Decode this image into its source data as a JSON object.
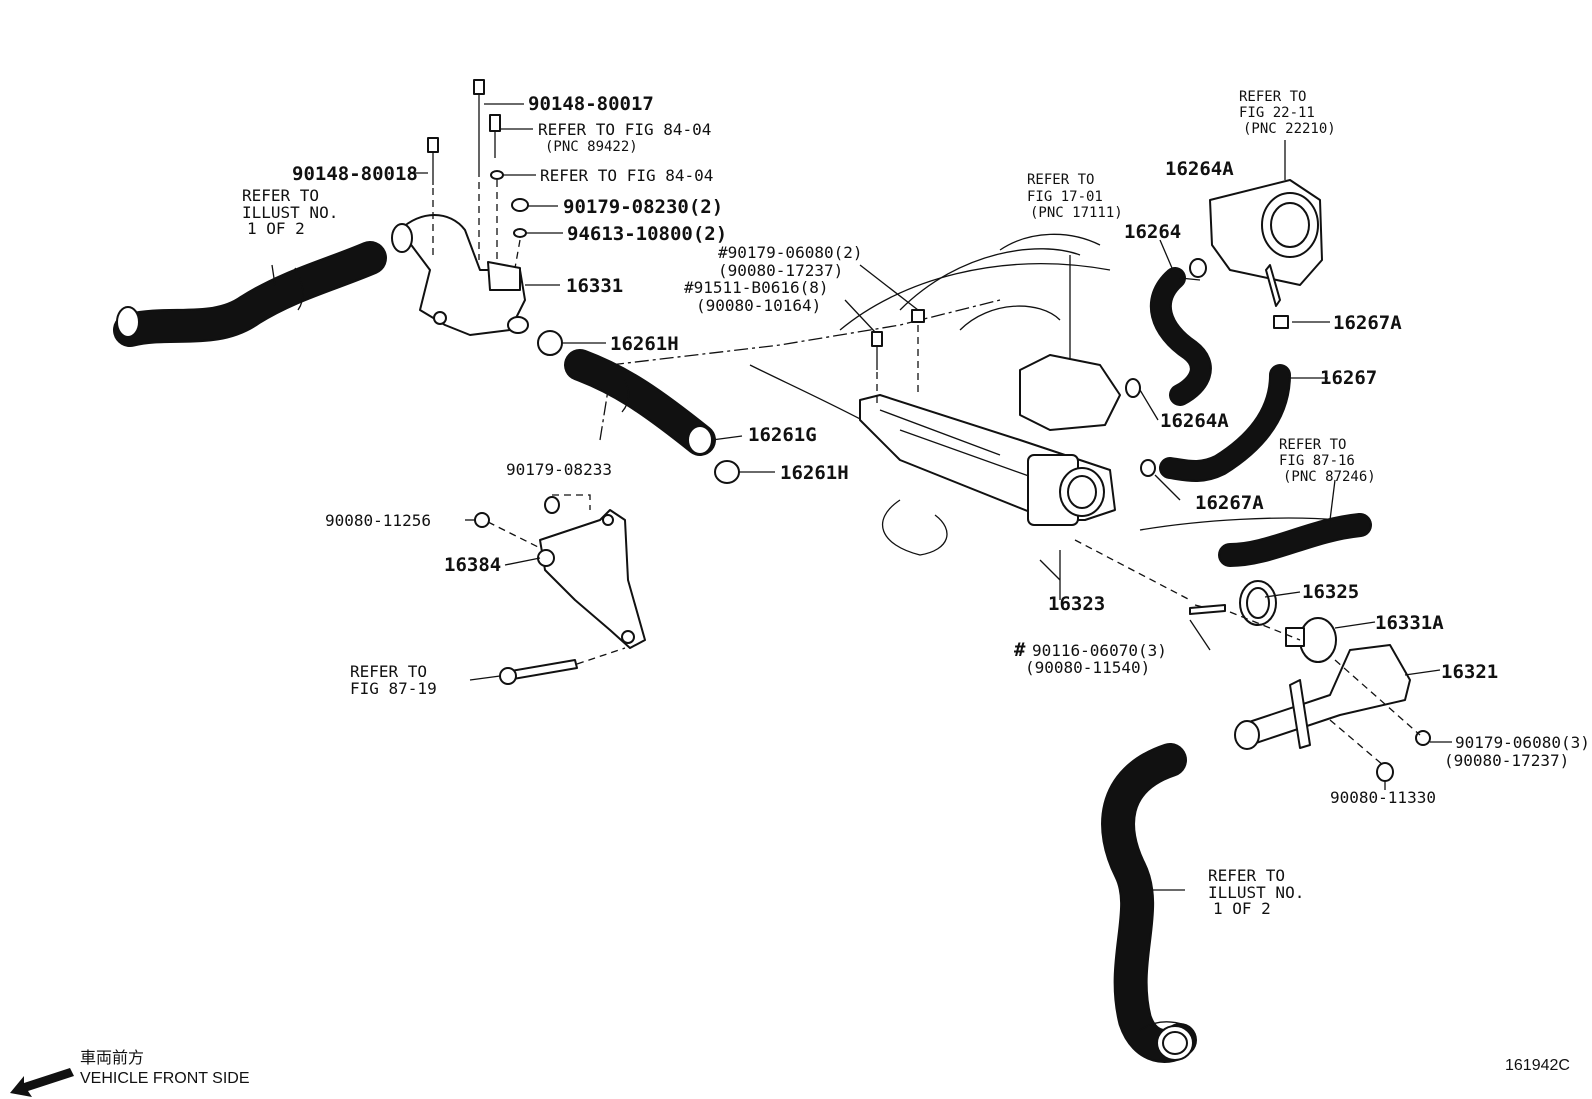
{
  "labels": {
    "p90148_80017": "90148-80017",
    "ref_84_04_a": "REFER TO FIG 84-04",
    "pnc_89422": "(PNC 89422)",
    "ref_84_04_b": "REFER TO FIG 84-04",
    "p90179_08230": "90179-08230(2)",
    "p94613_10800": "94613-10800(2)",
    "p90148_80018": "90148-80018",
    "ref_illust_1": "REFER TO",
    "ref_illust_2": "ILLUST NO.",
    "ref_illust_3": "1 OF 2",
    "p16331": "16331",
    "p16261H_a": "16261H",
    "p16261G": "16261G",
    "p16261H_b": "16261H",
    "p90179_08233": "90179-08233",
    "p90080_11256": "90080-11256",
    "p16384": "16384",
    "ref_87_19_1": "REFER TO",
    "ref_87_19_2": "FIG 87-19",
    "p90179_06080_a": "#90179-06080(2)",
    "p90080_17237_a": "(90080-17237)",
    "p91511_b0616": "#91511-B0616(8)",
    "p90080_10164": "(90080-10164)",
    "ref_17_01_1": "REFER TO",
    "ref_17_01_2": "FIG 17-01",
    "ref_17_01_3": "(PNC 17111)",
    "ref_22_11_1": "REFER TO",
    "ref_22_11_2": "FIG 22-11",
    "ref_22_11_3": "(PNC 22210)",
    "p16264A_a": "16264A",
    "p16264": "16264",
    "p16267A_a": "16267A",
    "p16267": "16267",
    "p16264A_b": "16264A",
    "ref_87_16_1": "REFER TO",
    "ref_87_16_2": "FIG 87-16",
    "ref_87_16_3": "(PNC 87246)",
    "p16267A_b": "16267A",
    "p16323": "16323",
    "p16325": "16325",
    "p16331A": "16331A",
    "hash_sign": "#",
    "p90116_06070": "90116-06070(3)",
    "p90080_11540": "(90080-11540)",
    "p16321": "16321",
    "p90179_06080_b": "90179-06080(3)",
    "p90080_17237_b": "(90080-17237)",
    "p90080_11330": "90080-11330",
    "ref_illust_b_1": "REFER TO",
    "ref_illust_b_2": "ILLUST NO.",
    "ref_illust_b_3": "1 OF 2"
  },
  "footer": {
    "jp_direction": "車両前方",
    "direction": "VEHICLE FRONT SIDE",
    "illustration_code": "161942C"
  },
  "icons": {
    "arrow": "front-direction-arrow-icon"
  }
}
